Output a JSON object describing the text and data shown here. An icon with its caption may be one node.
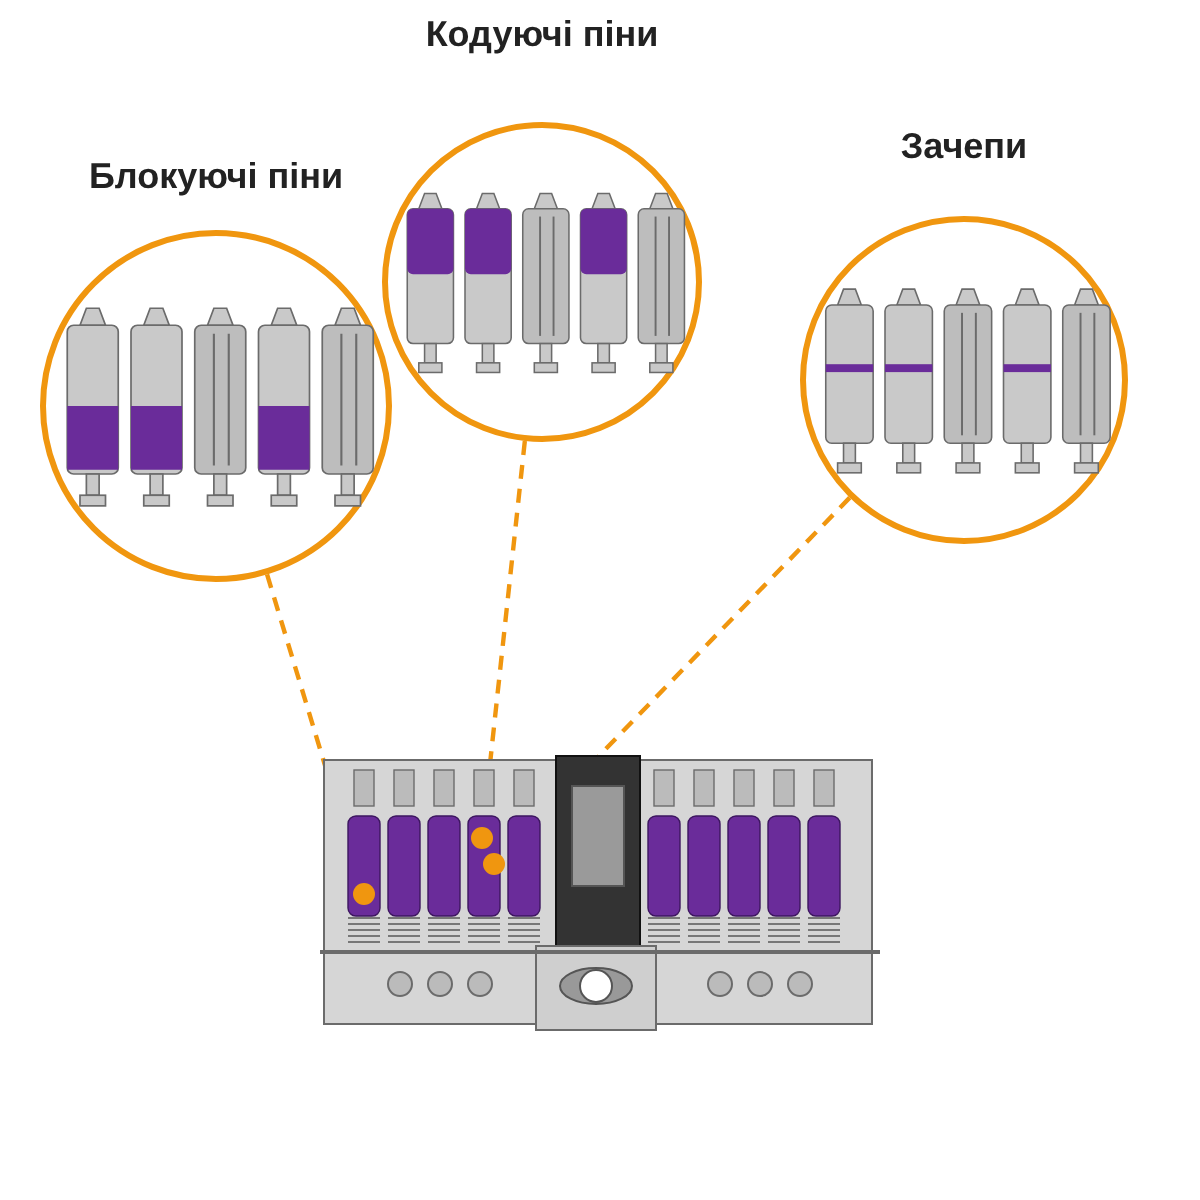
{
  "diagram": {
    "nodes": [
      {
        "text": [
          "Блокуючі піни"
        ]
      },
      {
        "text": [
          "Кодуючі піни"
        ]
      },
      {
        "text": [
          "Зачепи"
        ]
      },
      {
        "text": [],
        "shape": "picture"
      },
      {
        "text": [],
        "shape": "circle",
        "in": 3
      },
      {
        "text": [],
        "shape": "circle",
        "in": 3
      },
      {
        "text": [],
        "shape": "circle",
        "in": 3
      }
    ],
    "edges": [
      {
        "from": 0,
        "to": 4,
        "arrow": "none",
        "style": "dashed"
      },
      {
        "from": 1,
        "to": 5,
        "arrow": "none",
        "style": "dashed"
      },
      {
        "from": 2,
        "to": 6,
        "arrow": "none",
        "style": "dashed"
      }
    ]
  }
}
